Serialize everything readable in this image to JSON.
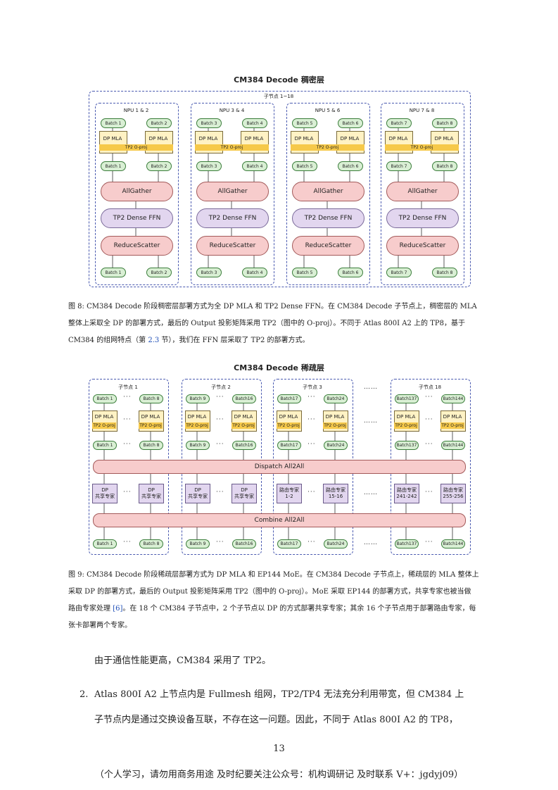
{
  "fig8": {
    "title": "CM384 Decode 稠密层",
    "outer_label": "子节点 1~18",
    "groups": [
      {
        "label": "NPU 1 & 2",
        "in": [
          "Batch 1",
          "Batch 2"
        ],
        "mla": [
          "DP MLA",
          "DP MLA"
        ],
        "oproj": "TP2 O-proj",
        "mid": [
          "Batch 1",
          "Batch 2"
        ],
        "allgather": "AllGather",
        "ffn": "TP2 Dense FFN",
        "reduce": "ReduceScatter",
        "out": [
          "Batch 1",
          "Batch 2"
        ]
      },
      {
        "label": "NPU 3 & 4",
        "in": [
          "Batch 3",
          "Batch 4"
        ],
        "mla": [
          "DP MLA",
          "DP MLA"
        ],
        "oproj": "TP2 O-proj",
        "mid": [
          "Batch 3",
          "Batch 4"
        ],
        "allgather": "AllGather",
        "ffn": "TP2 Dense FFN",
        "reduce": "ReduceScatter",
        "out": [
          "Batch 3",
          "Batch 4"
        ]
      },
      {
        "label": "NPU 5 & 6",
        "in": [
          "Batch 5",
          "Batch 6"
        ],
        "mla": [
          "DP MLA",
          "DP MLA"
        ],
        "oproj": "TP2 O-proj",
        "mid": [
          "Batch 5",
          "Batch 6"
        ],
        "allgather": "AllGather",
        "ffn": "TP2 Dense FFN",
        "reduce": "ReduceScatter",
        "out": [
          "Batch 5",
          "Batch 6"
        ]
      },
      {
        "label": "NPU 7 & 8",
        "in": [
          "Batch 7",
          "Batch 8"
        ],
        "mla": [
          "DP MLA",
          "DP MLA"
        ],
        "oproj": "TP2 O-proj",
        "mid": [
          "Batch 7",
          "Batch 8"
        ],
        "allgather": "AllGather",
        "ffn": "TP2 Dense FFN",
        "reduce": "ReduceScatter",
        "out": [
          "Batch 7",
          "Batch 8"
        ]
      }
    ],
    "caption_lines": [
      "图 8: CM384 Decode 阶段稠密层部署方式为全 DP MLA 和 TP2 Dense FFN。在 CM384 Decode 子节点上，稠密层的 MLA",
      "整体上采取全 DP 的部署方式，最后的 Output 投影矩阵采用 TP2（图中的 O-proj）。不同于 Atlas 800I A2 上的 TP8，基于",
      "CM384 的组网特点（第 ",
      "2.3",
      " 节），我们在 FFN 层采取了 TP2 的部署方式。"
    ]
  },
  "fig9": {
    "title": "CM384 Decode 稀疏层",
    "ellipsis": "……",
    "dots": "···",
    "dispatch": "Dispatch All2All",
    "combine": "Combine All2All",
    "mla": "DP MLA",
    "oproj": "TP2 O-proj",
    "nodes": [
      {
        "label": "子节点 1",
        "batches": [
          "Batch 1",
          "Batch 8"
        ],
        "experts": [
          "DP\n共享专家",
          "DP\n共享专家"
        ]
      },
      {
        "label": "子节点 2",
        "batches": [
          "Batch 9",
          "Batch16"
        ],
        "experts": [
          "DP\n共享专家",
          "DP\n共享专家"
        ]
      },
      {
        "label": "子节点 3",
        "batches": [
          "Batch17",
          "Batch24"
        ],
        "experts": [
          "路由专家\n1-2",
          "路由专家\n15-16"
        ]
      },
      {
        "label": "子节点 18",
        "batches": [
          "Batch137",
          "Batch144"
        ],
        "experts": [
          "路由专家\n241-242",
          "路由专家\n255-256"
        ]
      }
    ],
    "caption_lines": [
      "图 9: CM384 Decode 阶段稀疏层部署方式为 DP MLA 和 EP144 MoE。在 CM384 Decode 子节点上，稀疏层的 MLA 整体上",
      "采取 DP 的部署方式，最后的 Output 投影矩阵采用 TP2（图中的 O-proj）。MoE 采取 EP144 的部署方式，共享专家也被当做",
      "路由专家处理 ",
      "[6]",
      "。在 18 个 CM384 子节点中，2 个子节点以 DP 的方式部署共享专家；其余 16 个子节点用于部署路由专家，每",
      "张卡部署两个专家。"
    ]
  },
  "body": {
    "para1": "由于通信性能更高，CM384 采用了 TP2。",
    "item2_num": "2.",
    "item2_line1": "Atlas 800I A2 上节点内是 Fullmesh 组网，TP2/TP4 无法充分利用带宽，但 CM384 上",
    "item2_line2": "子节点内是通过交换设备互联，不存在这一问题。因此，不同于 Atlas 800I A2 的 TP8，"
  },
  "page_number": "13",
  "footer": "（个人学习，请勿用商务用途 及时纪要关注公众号：机构调研记   及时联系 V+：jgdyj09）"
}
